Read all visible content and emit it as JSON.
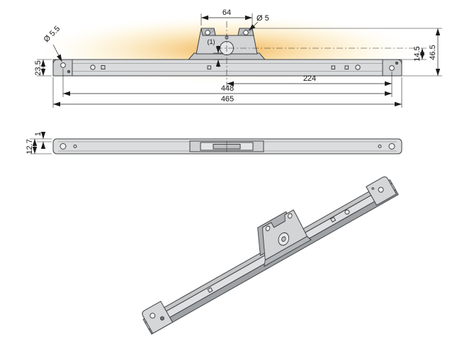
{
  "drawing": {
    "highlight_color": "#f0a232",
    "front_view": {
      "bracket_width": "64",
      "bracket_hole_dia": "Ø 5",
      "end_hole_dia": "Ø 5.5",
      "profile_height": "23.5",
      "gap": "(1)",
      "pivot_to_top": "14.5",
      "overall_height": "46.5",
      "center_to_hole": "224",
      "hole_spacing": "448",
      "overall_length": "465"
    },
    "plan_view": {
      "profile_width": "12.7",
      "material_thickness": "1"
    }
  }
}
